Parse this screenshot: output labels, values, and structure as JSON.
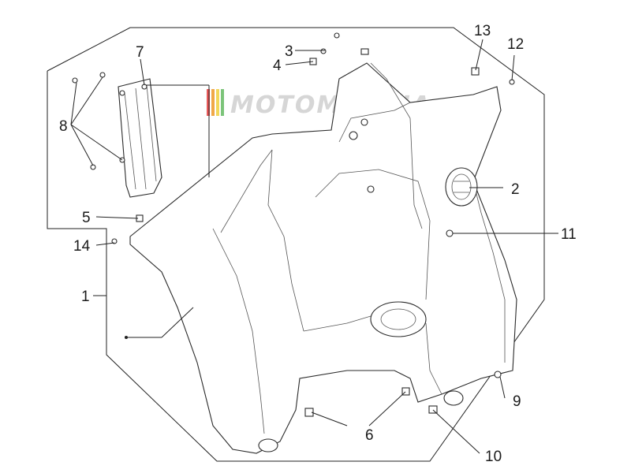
{
  "diagram": {
    "labels": [
      {
        "id": "1",
        "text": "1"
      },
      {
        "id": "2",
        "text": "2"
      },
      {
        "id": "3",
        "text": "3"
      },
      {
        "id": "4",
        "text": "4"
      },
      {
        "id": "5",
        "text": "5"
      },
      {
        "id": "6",
        "text": "6"
      },
      {
        "id": "7",
        "text": "7"
      },
      {
        "id": "8",
        "text": "8"
      },
      {
        "id": "9",
        "text": "9"
      },
      {
        "id": "10",
        "text": "10"
      },
      {
        "id": "11",
        "text": "11"
      },
      {
        "id": "12",
        "text": "12"
      },
      {
        "id": "13",
        "text": "13"
      },
      {
        "id": "14",
        "text": "14"
      }
    ],
    "watermark": "MOTOMURCIA",
    "colors": {
      "line": "#222222",
      "watermark_text": "#d6d6d6",
      "stripe_red": "#e85a5a",
      "stripe_orange": "#f0a848",
      "stripe_yellow": "#f2d75a",
      "stripe_green": "#7cc47a"
    }
  }
}
